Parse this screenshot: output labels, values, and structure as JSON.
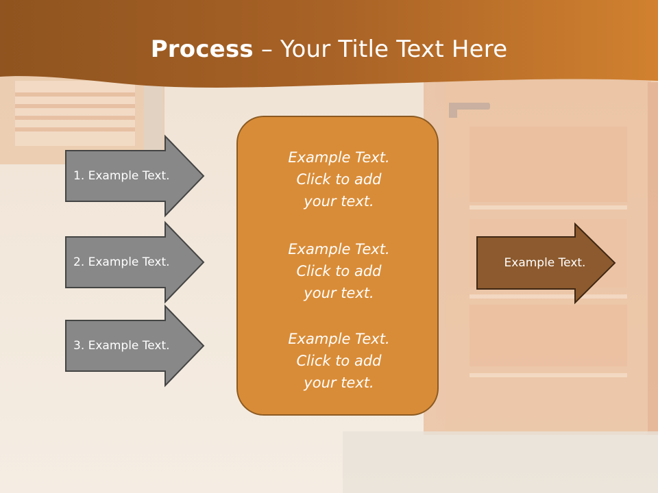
{
  "title": {
    "bold": "Process",
    "rest": " – Your Title Text Here"
  },
  "left_arrows": [
    {
      "label": "1. Example Text."
    },
    {
      "label": "2. Example Text."
    },
    {
      "label": "3. Example Text."
    }
  ],
  "center_items": [
    {
      "line1": "Example Text.",
      "line2": "Click  to add",
      "line3": "your text."
    },
    {
      "line1": "Example Text.",
      "line2": "Click  to add",
      "line3": "your text."
    },
    {
      "line1": "Example Text.",
      "line2": "Click  to add",
      "line3": "your text."
    }
  ],
  "right_arrow": {
    "label": "Example Text."
  },
  "colors": {
    "header_brown": "#a3622a",
    "box_orange": "#d98c37",
    "arrow_gray": "#888888",
    "arrow_brown": "#8c5a2e"
  }
}
